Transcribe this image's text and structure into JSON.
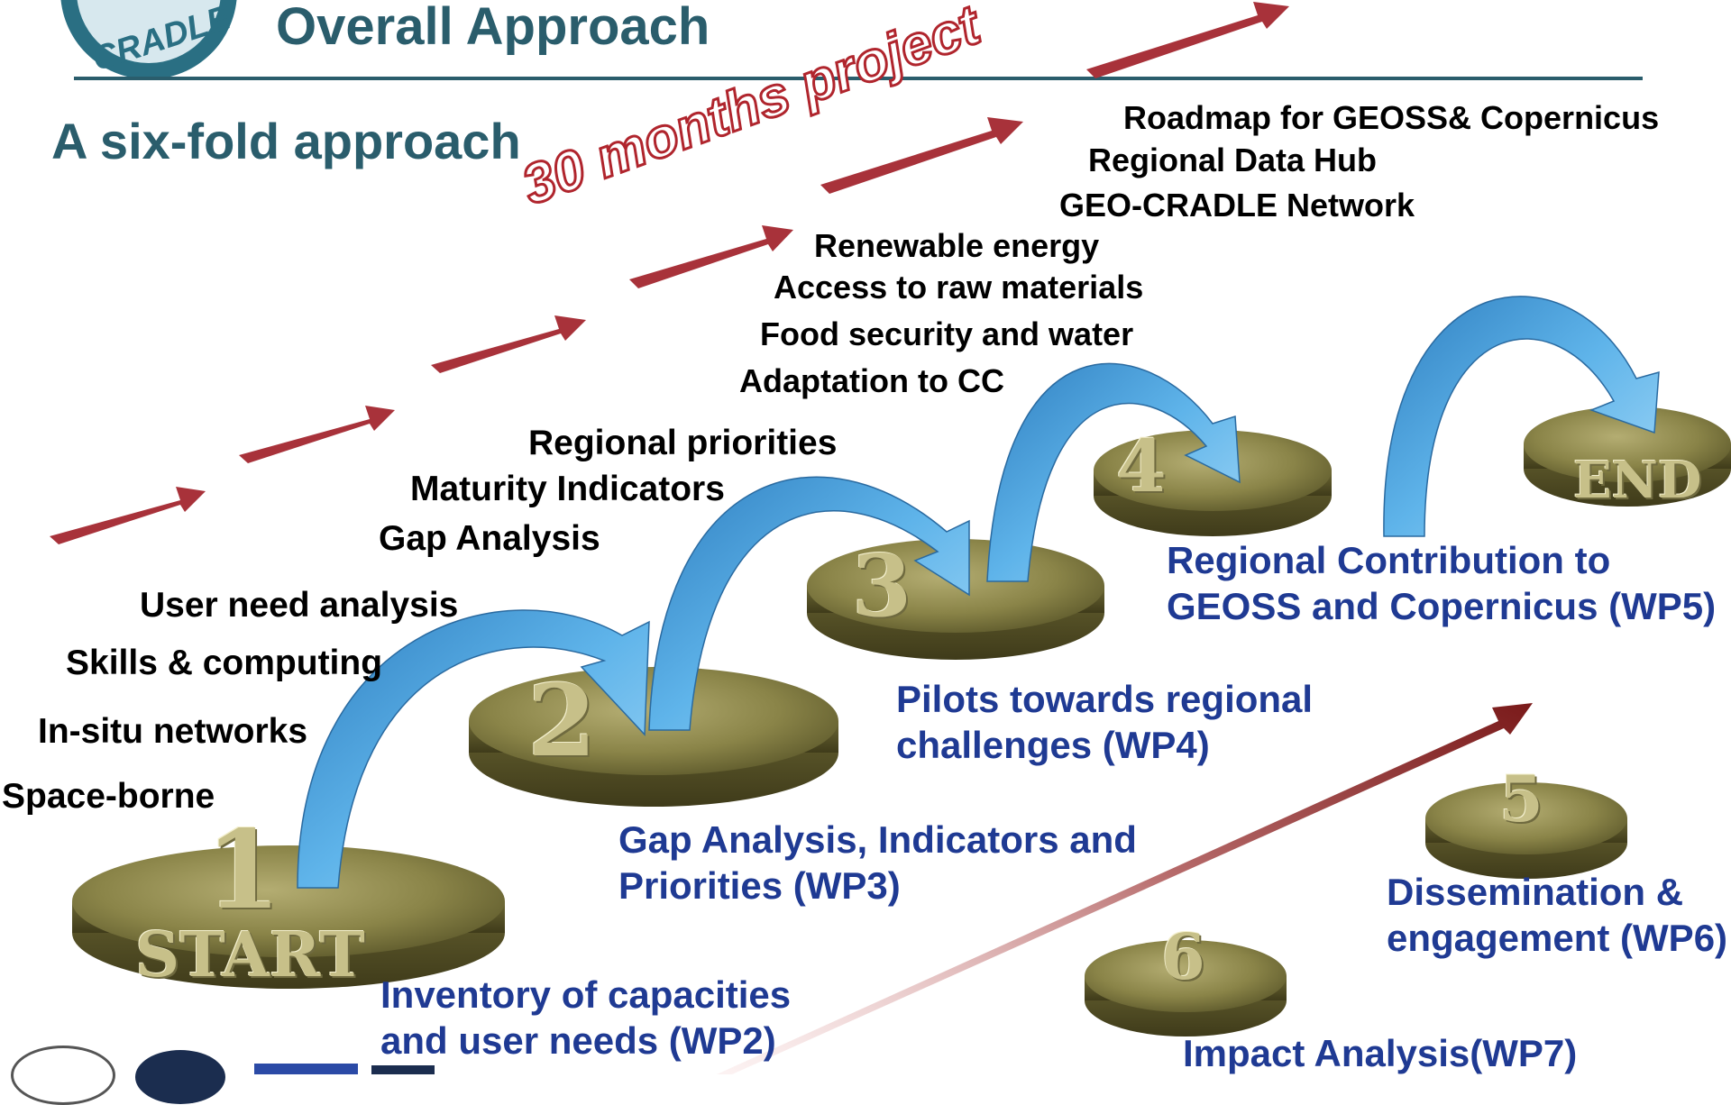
{
  "header": {
    "logo_text": "CRADLE",
    "title": "Overall Approach",
    "subtitle": "A six-fold approach"
  },
  "banner": "30 months project",
  "colors": {
    "title": "#2a5d6c",
    "wp_text": "#1f3a93",
    "red_arrow": "#a8323a",
    "blue_arrow": "#4aa3df",
    "disc": "#7a7440",
    "rule": "#2a5d6c"
  },
  "steps": {
    "start_label": "START",
    "end_label": "END",
    "n1": "1",
    "n2": "2",
    "n3": "3",
    "n4": "4",
    "n5": "5",
    "n6": "6"
  },
  "activities": {
    "space_borne": "Space-borne",
    "in_situ": "In-situ networks",
    "skills": "Skills & computing",
    "user_need": "User need analysis",
    "gap_analysis": "Gap Analysis",
    "maturity": "Maturity Indicators",
    "regional_priorities": "Regional priorities",
    "adaptation": "Adaptation to CC",
    "food": "Food security and water",
    "raw": "Access to raw materials",
    "renewable": "Renewable energy",
    "network": "GEO-CRADLE Network",
    "hub": "Regional Data Hub",
    "roadmap": "Roadmap for GEOSS& Copernicus"
  },
  "work_packages": {
    "wp2": "Inventory of capacities and user needs (WP2)",
    "wp3": "Gap Analysis, Indicators and Priorities (WP3)",
    "wp4": "Pilots towards regional challenges (WP4)",
    "wp5": "Regional Contribution to GEOSS and Copernicus (WP5)",
    "wp6": "Dissemination & engagement (WP6)",
    "wp7": "Impact Analysis(WP7)"
  }
}
